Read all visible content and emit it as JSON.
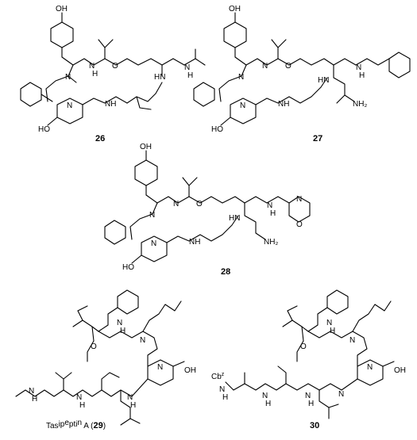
{
  "compounds": {
    "c26": {
      "number": "26"
    },
    "c27": {
      "number": "27"
    },
    "c28": {
      "number": "28"
    },
    "c29": {
      "name_parts": [
        "Tas",
        "ip",
        "e",
        "pti",
        "n"
      ],
      "name_suffix": " A (",
      "number": "29",
      "name_close": ")"
    },
    "c30": {
      "number": "30"
    }
  },
  "atoms": {
    "oh": "OH",
    "ho": "HO",
    "n": "N",
    "o": "O",
    "h": "H",
    "nh": "NH",
    "hn": "HN",
    "nh2": "NH₂",
    "cbz": "Cb",
    "cbz_sup": "z"
  }
}
